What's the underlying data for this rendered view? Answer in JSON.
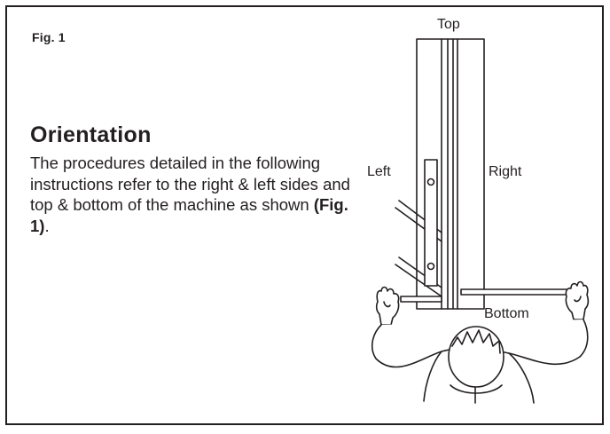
{
  "figure_label": "Fig. 1",
  "section_title": "Orientation",
  "body": {
    "text": "The procedures detailed in the following instructions refer to the right & left sides and top & bottom of the machine as shown ",
    "figure_ref": "(Fig. 1)",
    "end": "."
  },
  "diagram": {
    "top_label": "Top",
    "left_label": "Left",
    "right_label": "Right",
    "bottom_label": "Bottom"
  }
}
